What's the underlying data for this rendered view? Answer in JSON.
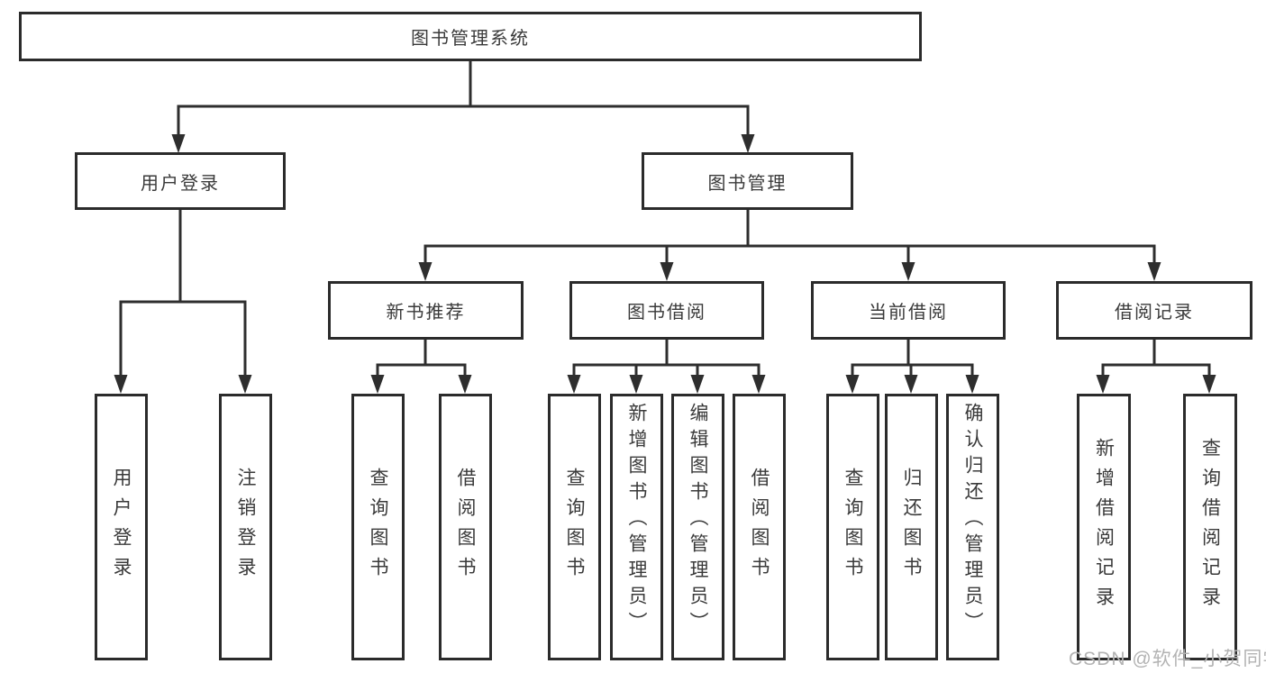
{
  "diagram": {
    "root": {
      "label": "图书管理系统"
    },
    "level2": [
      {
        "label": "用户登录"
      },
      {
        "label": "图书管理"
      }
    ],
    "level3": [
      {
        "label": "新书推荐"
      },
      {
        "label": "图书借阅"
      },
      {
        "label": "当前借阅"
      },
      {
        "label": "借阅记录"
      }
    ],
    "leaves": {
      "login": [
        "用户登录",
        "注销登录"
      ],
      "newbook": [
        "查询图书",
        "借阅图书"
      ],
      "borrow": [
        "查询图书",
        "新增图书（管理员）",
        "编辑图书（管理员）",
        "借阅图书"
      ],
      "current": [
        "查询图书",
        "归还图书",
        "确认归还（管理员）"
      ],
      "records": [
        "新增借阅记录",
        "查询借阅记录"
      ]
    }
  },
  "watermark": {
    "text": "CSDN @软件_小贺同学",
    "color": "#b3b3b3"
  },
  "colors": {
    "line": "#2e2e2e",
    "border": "#2b2b2b",
    "text": "#3a3a3a",
    "background": "#ffffff"
  }
}
